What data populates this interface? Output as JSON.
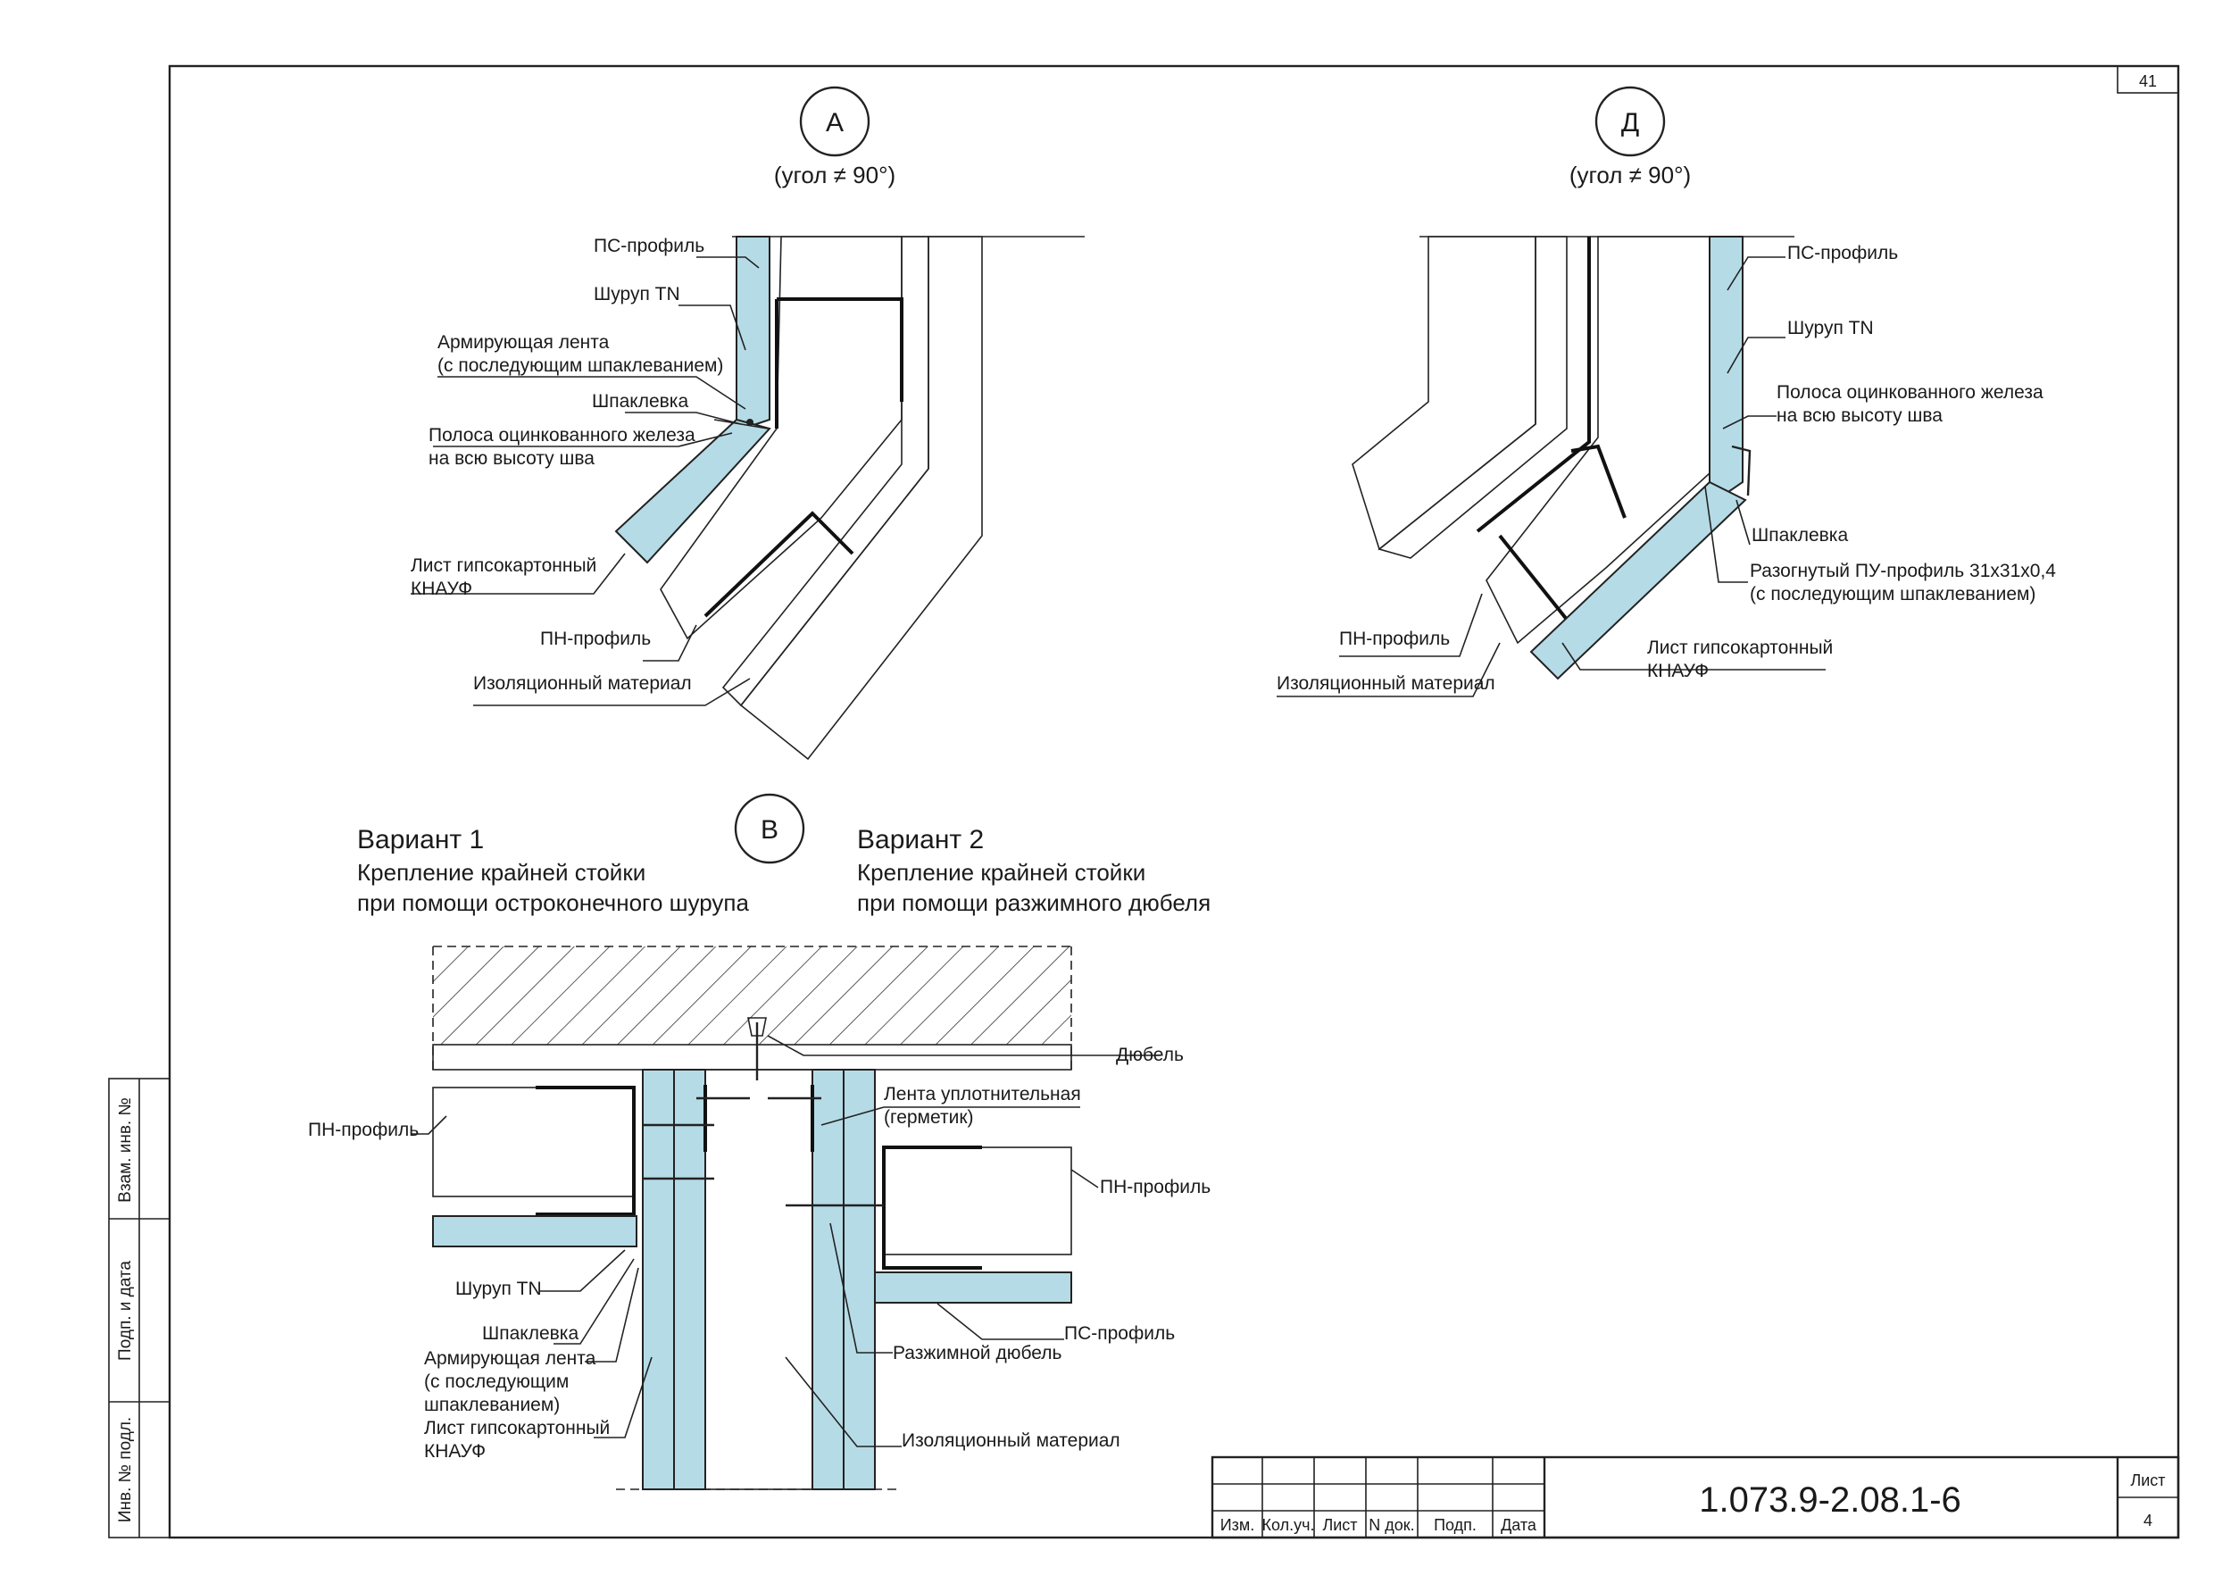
{
  "sheet": {
    "page_number": "41",
    "designation": "1.073.9-2.08.1-6",
    "sheet_label": "Лист",
    "sheet_number": "4",
    "titleblock_headers": [
      "Изм.",
      "Кол.уч.",
      "Лист",
      "N док.",
      "Подп.",
      "Дата"
    ],
    "side_stamp": [
      "Взам. инв. №",
      "Подп. и дата",
      "Инв. № подл."
    ]
  },
  "detail_a": {
    "marker": "А",
    "subtitle": "(угол ≠ 90°)",
    "callouts": [
      "ПС-профиль",
      "Шуруп TN",
      "Армирующая лента",
      "(с последующим шпаклеванием)",
      "Шпаклевка",
      "Полоса оцинкованного железа",
      "на всю высоту шва",
      "Лист гипсокартонный",
      "КНАУФ",
      "ПН-профиль",
      "Изоляционный материал"
    ]
  },
  "detail_d": {
    "marker": "Д",
    "subtitle": "(угол ≠ 90°)",
    "callouts": [
      "ПС-профиль",
      "Шуруп TN",
      "Полоса оцинкованного железа",
      "на всю высоту шва",
      "Шпаклевка",
      "Разогнутый ПУ-профиль 31х31х0,4",
      "(с последующим шпаклеванием)",
      "Лист гипсокартонный",
      "КНАУФ",
      "ПН-профиль",
      "Изоляционный материал"
    ]
  },
  "detail_b": {
    "marker": "В",
    "variant1": {
      "title": "Вариант 1",
      "line1": "Крепление крайней стойки",
      "line2": "при помощи остроконечного шурупа"
    },
    "variant2": {
      "title": "Вариант 2",
      "line1": "Крепление крайней стойки",
      "line2": "при помощи разжимного дюбеля"
    },
    "callouts": [
      "Дюбель",
      "Лента уплотнительная",
      "(герметик)",
      "ПН-профиль",
      "ПН-профиль",
      "Шуруп TN",
      "Шпаклевка",
      "Армирующая лента",
      "(с последующим",
      "шпаклеванием)",
      "Лист гипсокартонный",
      "КНАУФ",
      "ПС-профиль",
      "Разжимной дюбель",
      "Изоляционный материал"
    ]
  },
  "colors": {
    "board_fill": "#b5dbe6",
    "line": "#222222",
    "background": "#ffffff"
  }
}
